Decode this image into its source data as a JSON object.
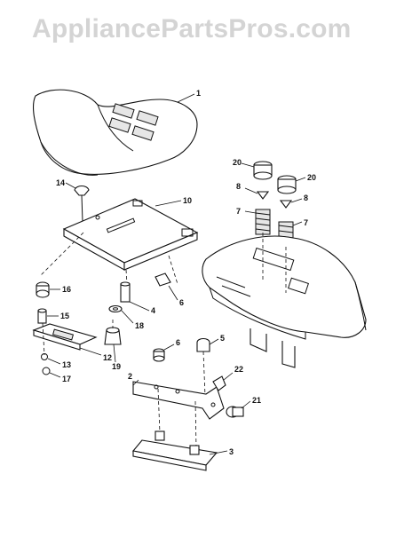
{
  "watermark": "AppliancePartsPros.com",
  "callouts": [
    "1",
    "14",
    "10",
    "20",
    "20",
    "8",
    "8",
    "7",
    "7",
    "16",
    "15",
    "4",
    "6",
    "18",
    "12",
    "13",
    "17",
    "19",
    "6",
    "5",
    "2",
    "22",
    "21",
    "3"
  ]
}
